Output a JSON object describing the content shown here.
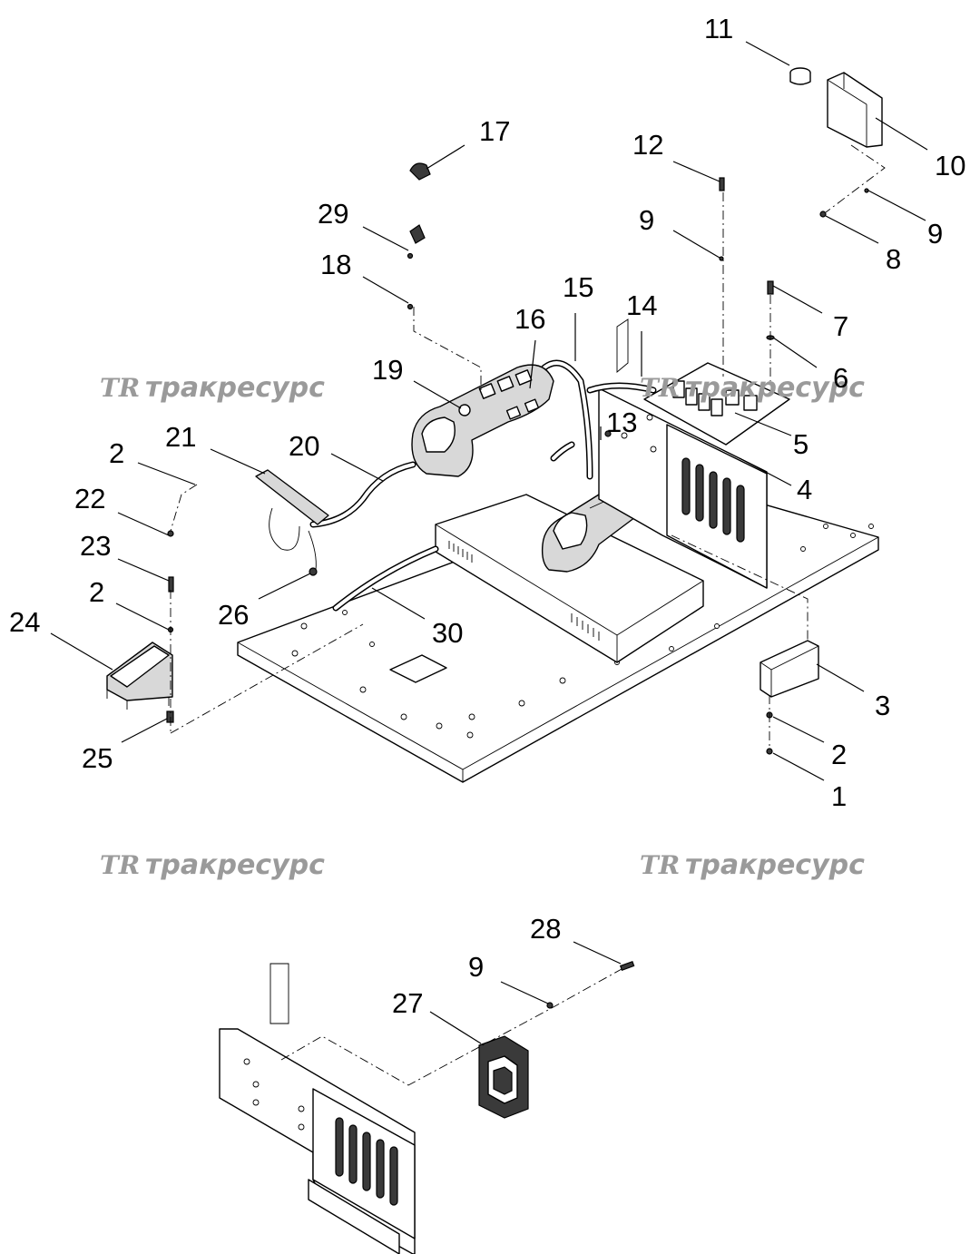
{
  "watermark": {
    "logo": "TR",
    "text": "тракресурс"
  },
  "callouts": [
    {
      "id": "c11",
      "label": "11"
    },
    {
      "id": "c17",
      "label": "17"
    },
    {
      "id": "c12",
      "label": "12"
    },
    {
      "id": "c10",
      "label": "10"
    },
    {
      "id": "c29",
      "label": "29"
    },
    {
      "id": "c9a",
      "label": "9"
    },
    {
      "id": "c9b",
      "label": "9"
    },
    {
      "id": "c18",
      "label": "18"
    },
    {
      "id": "c8",
      "label": "8"
    },
    {
      "id": "c15",
      "label": "15"
    },
    {
      "id": "c14",
      "label": "14"
    },
    {
      "id": "c16",
      "label": "16"
    },
    {
      "id": "c7",
      "label": "7"
    },
    {
      "id": "c19",
      "label": "19"
    },
    {
      "id": "c6",
      "label": "6"
    },
    {
      "id": "c13",
      "label": "13"
    },
    {
      "id": "c21",
      "label": "21"
    },
    {
      "id": "c20",
      "label": "20"
    },
    {
      "id": "c5",
      "label": "5"
    },
    {
      "id": "c2a",
      "label": "2"
    },
    {
      "id": "c4",
      "label": "4"
    },
    {
      "id": "c22",
      "label": "22"
    },
    {
      "id": "c23",
      "label": "23"
    },
    {
      "id": "c2b",
      "label": "2"
    },
    {
      "id": "c26",
      "label": "26"
    },
    {
      "id": "c24",
      "label": "24"
    },
    {
      "id": "c30",
      "label": "30"
    },
    {
      "id": "c3",
      "label": "3"
    },
    {
      "id": "c2c",
      "label": "2"
    },
    {
      "id": "c25",
      "label": "25"
    },
    {
      "id": "c1",
      "label": "1"
    },
    {
      "id": "c28",
      "label": "28"
    },
    {
      "id": "c9c",
      "label": "9"
    },
    {
      "id": "c27",
      "label": "27"
    }
  ]
}
